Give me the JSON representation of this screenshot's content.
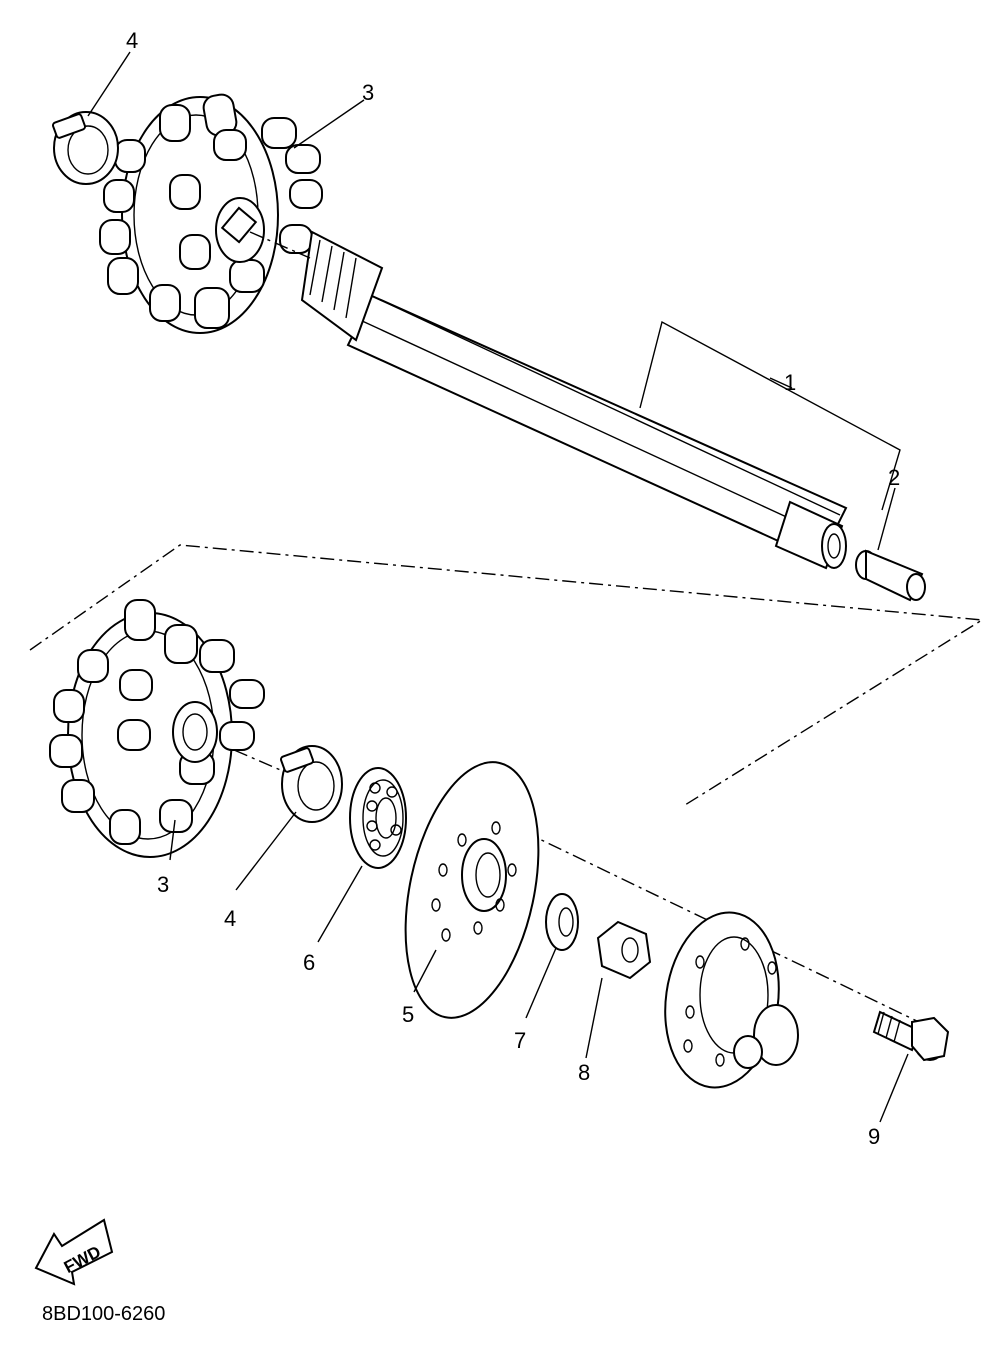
{
  "callouts": [
    "1",
    "2",
    "3",
    "4",
    "3",
    "4",
    "6",
    "5",
    "7",
    "8",
    "9"
  ],
  "part_code": "8BD100-6260",
  "fwd_label": "FWD",
  "icons": [
    "fwd-arrow-icon"
  ]
}
